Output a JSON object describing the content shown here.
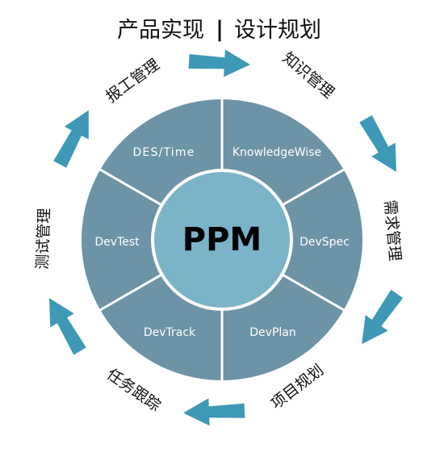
{
  "title": {
    "left": "产品实现",
    "separator": "|",
    "right": "设计规划"
  },
  "center_label": "PPM",
  "segments": [
    {
      "label": "KnowledgeWise"
    },
    {
      "label": "DevSpec"
    },
    {
      "label": "DevPlan"
    },
    {
      "label": "DevTrack"
    },
    {
      "label": "DevTest"
    },
    {
      "label": "DES/Time"
    }
  ],
  "steps": [
    {
      "label": "知识管理"
    },
    {
      "label": "需求管理"
    },
    {
      "label": "项目规划"
    },
    {
      "label": "任务跟踪"
    },
    {
      "label": "测试管理"
    },
    {
      "label": "报工管理"
    }
  ],
  "colors": {
    "ring_fill": "#6c93a6",
    "ring_divider": "#ffffff",
    "hub_fill": "#7bb3c9",
    "arrow_fill": "#3d99b5",
    "text_dark": "#111111",
    "text_light": "#ffffff"
  }
}
